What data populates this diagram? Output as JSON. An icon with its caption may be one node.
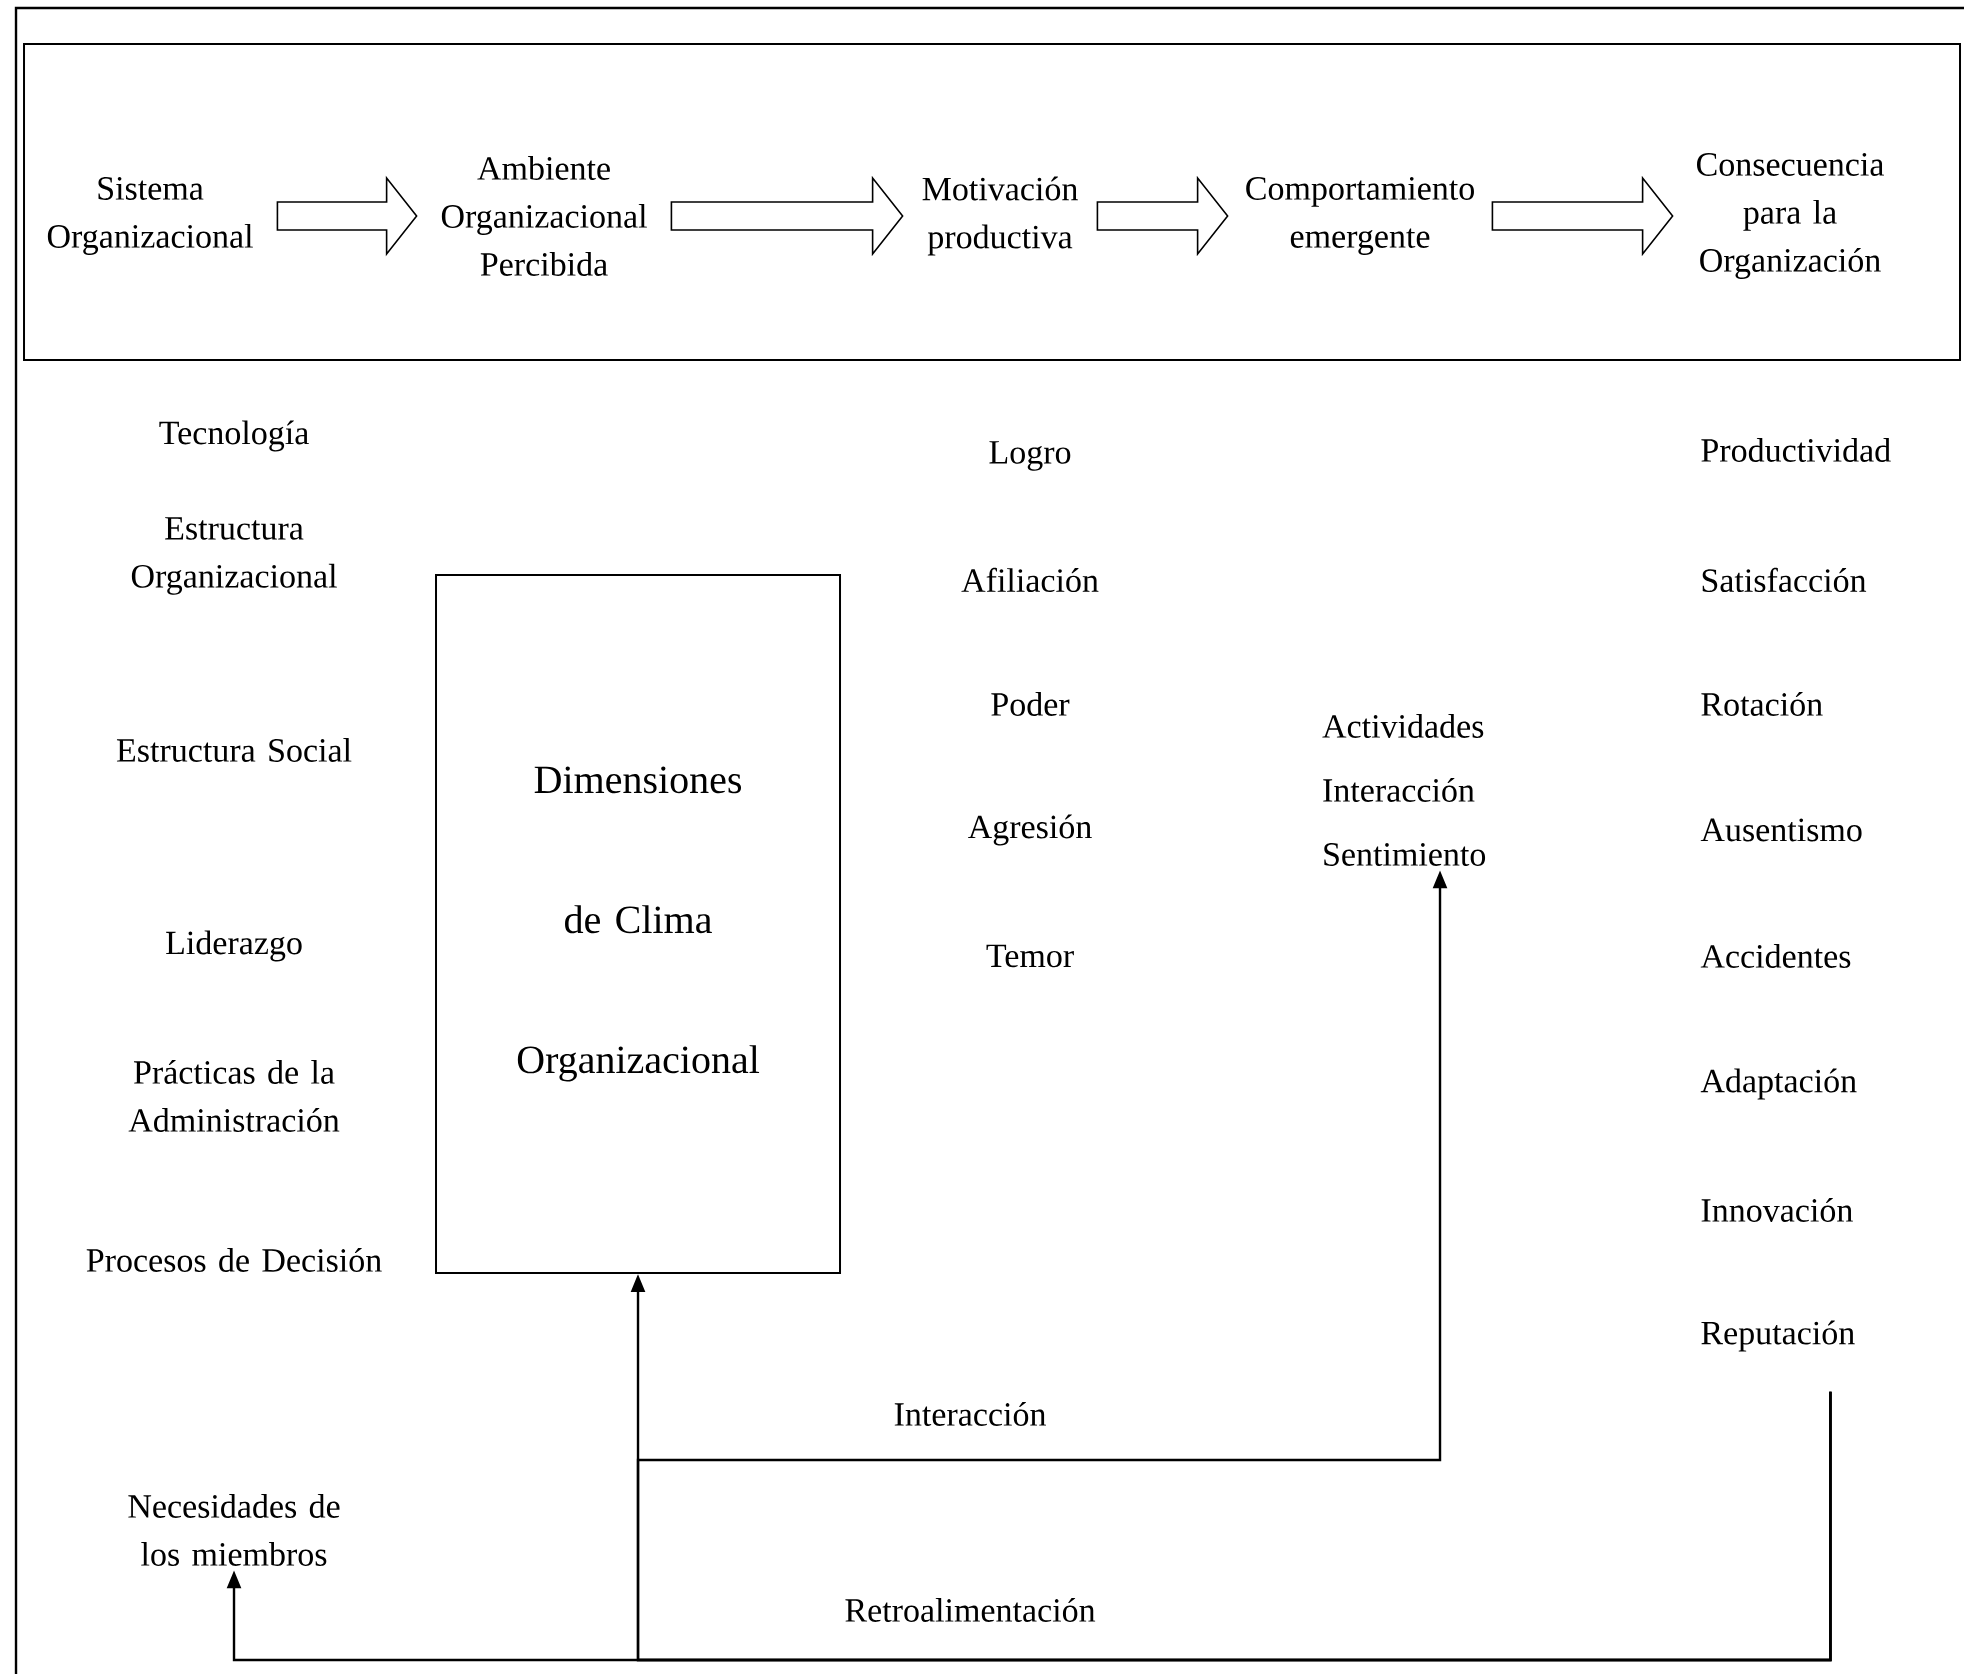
{
  "diagram": {
    "nodes": [
      {
        "text": [
          "Sistema Organizacional"
        ]
      },
      {
        "text": [
          "Ambiente Organizacional Percibida"
        ]
      },
      {
        "text": [
          "Motivación productiva"
        ]
      },
      {
        "text": [
          "Comportamiento emergente"
        ]
      },
      {
        "text": [
          "Consecuencia para la Organización"
        ]
      },
      {
        "text": [
          "Necesidades de los miembros"
        ]
      },
      {
        "text": [
          "Dimensiones de Clima Organizacional"
        ]
      },
      {
        "text": [
          "Actividades Interacción Sentimiento"
        ]
      },
      {
        "text": [
          "Reputación"
        ]
      }
    ],
    "edges": [
      {
        "from": 0,
        "to": 1,
        "arrow": "to"
      },
      {
        "from": 1,
        "to": 2,
        "arrow": "to"
      },
      {
        "from": 2,
        "to": 3,
        "arrow": "to"
      },
      {
        "from": 3,
        "to": 4,
        "arrow": "to"
      },
      {
        "from": 8,
        "to": 5,
        "arrow": "to",
        "label": "Retroalimentación"
      },
      {
        "from": 8,
        "to": 6,
        "arrow": "to"
      },
      {
        "from": 8,
        "to": 7,
        "arrow": "to",
        "label": "Interacción"
      }
    ],
    "labels": [
      "Tecnología",
      "Logro",
      "Productividad",
      "Estructura Organizacional",
      "Afiliación",
      "Satisfacción",
      "Poder",
      "Rotación",
      "Estructura Social",
      "Agresión",
      "Ausentismo",
      "Liderazgo",
      "Temor",
      "Accidentes",
      "Prácticas de la Administración",
      "Adaptación",
      "Procesos de Decisión",
      "Innovación"
    ]
  }
}
